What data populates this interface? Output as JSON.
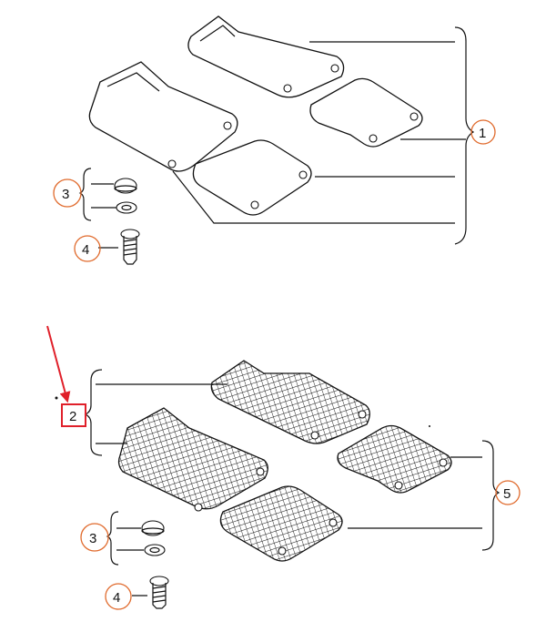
{
  "callouts": {
    "c1": "1",
    "c2": "2",
    "c3_top": "3",
    "c3_bottom": "3",
    "c4_top": "4",
    "c4_bottom": "4",
    "c5": "5"
  },
  "colors": {
    "callout_ring": "#e06a2c",
    "highlight": "#e0202a",
    "line": "#111111"
  }
}
